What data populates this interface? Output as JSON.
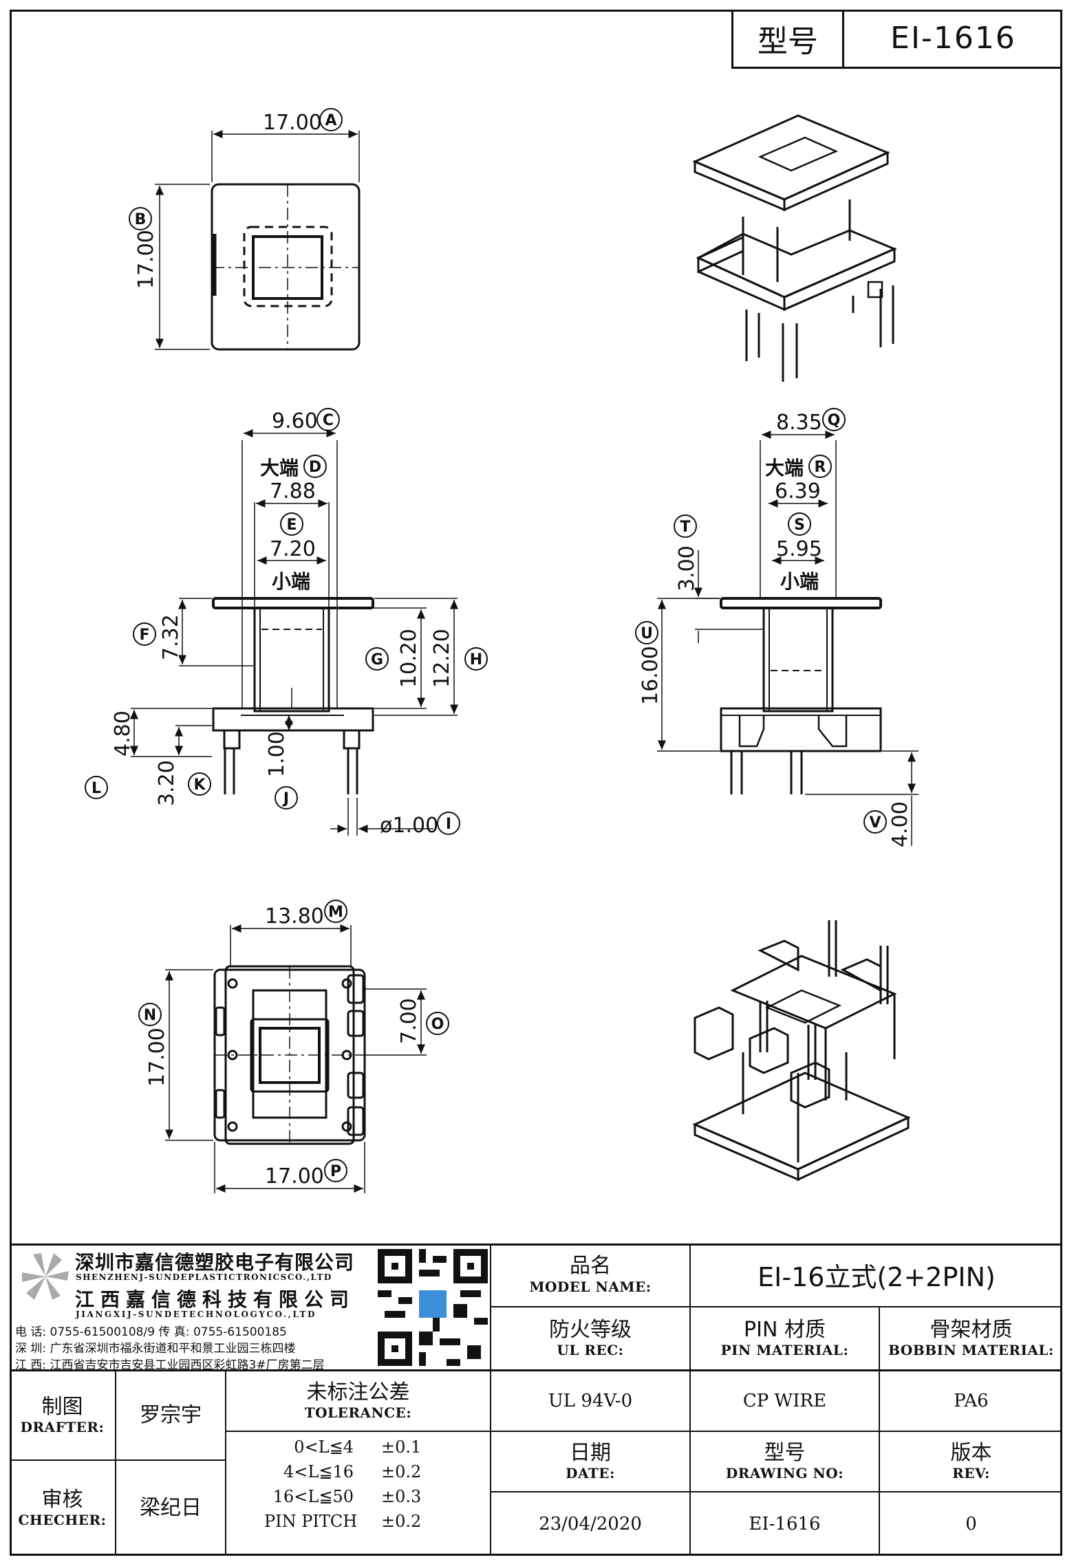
{
  "header": {
    "type_label": "型号",
    "type_value": "EI-1616"
  },
  "views": {
    "top": {
      "width_value": "17.00",
      "width_tag": "A",
      "height_value": "17.00",
      "height_tag": "B"
    },
    "front": {
      "c_value": "9.60",
      "c_tag": "C",
      "big_end": "大端",
      "d_value": "7.88",
      "d_tag": "D",
      "e_value": "7.20",
      "e_tag": "E",
      "small_end": "小端",
      "f_value": "7.32",
      "f_tag": "F",
      "g_value": "10.20",
      "g_tag": "G",
      "h_value": "12.20",
      "h_tag": "H",
      "l_value": "4.80",
      "l_tag": "L",
      "k_value": "3.20",
      "k_tag": "K",
      "j_value": "1.00",
      "j_tag": "J",
      "i_value": "ø1.00",
      "i_tag": "I"
    },
    "side": {
      "q_value": "8.35",
      "q_tag": "Q",
      "big_end": "大端",
      "r_value": "6.39",
      "r_tag": "R",
      "s_value": "5.95",
      "s_tag": "S",
      "small_end": "小端",
      "t_value": "3.00",
      "t_tag": "T",
      "u_value": "16.00",
      "u_tag": "U",
      "v_value": "4.00",
      "v_tag": "V"
    },
    "bottom": {
      "m_value": "13.80",
      "m_tag": "M",
      "n_value": "17.00",
      "n_tag": "N",
      "o_value": "7.00",
      "o_tag": "O",
      "p_value": "17.00",
      "p_tag": "P"
    }
  },
  "title_block": {
    "company_cn_1": "深圳市嘉信德塑胶电子有限公司",
    "company_en_1": "SHENZHENJ-SUNDEPLASTICTRONICSCO.,LTD",
    "company_cn_2": "江西嘉信德科技有限公司",
    "company_en_2": "JIANGXIJ-SUNDETECHNOLOGYCO.,LTD",
    "phone_line": "电 话: 0755-61500108/9       传 真: 0755-61500185",
    "sz_addr": "深 圳: 广东省深圳市福永街道和平和景工业园三栋四楼",
    "jx_addr": "江 西: 江西省吉安市吉安县工业园西区彩虹路3#厂房第二层",
    "model_name_cn": "品名",
    "model_name_en": "MODEL NAME:",
    "model_name_value": "EI-16立式(2+2PIN)",
    "ul_cn": "防火等级",
    "ul_en": "UL REC:",
    "pin_cn": "PIN 材质",
    "pin_en": "PIN MATERIAL:",
    "bobbin_cn": "骨架材质",
    "bobbin_en": "BOBBIN MATERIAL:",
    "drafter_cn": "制图",
    "drafter_en": "DRAFTER:",
    "drafter_name": "罗宗宇",
    "tolerance_cn": "未标注公差",
    "tolerance_en": "TOLERANCE:",
    "ul_value": "UL 94V-0",
    "pin_value": "CP WIRE",
    "bobbin_value": "PA6",
    "tolerances": [
      {
        "range": "0<L≦4",
        "tol": "±0.1"
      },
      {
        "range": "4<L≦16",
        "tol": "±0.2"
      },
      {
        "range": "16<L≦50",
        "tol": "±0.3"
      },
      {
        "range": "PIN PITCH",
        "tol": "±0.2"
      }
    ],
    "checker_cn": "审核",
    "checker_en": "CHECHER:",
    "checker_name": "梁纪日",
    "date_cn": "日期",
    "date_en": "DATE:",
    "drawing_cn": "型号",
    "drawing_en": "DRAWING NO:",
    "rev_cn": "版本",
    "rev_en": "REV:",
    "date_value": "23/04/2020",
    "drawing_value": "EI-1616",
    "rev_value": "0"
  }
}
